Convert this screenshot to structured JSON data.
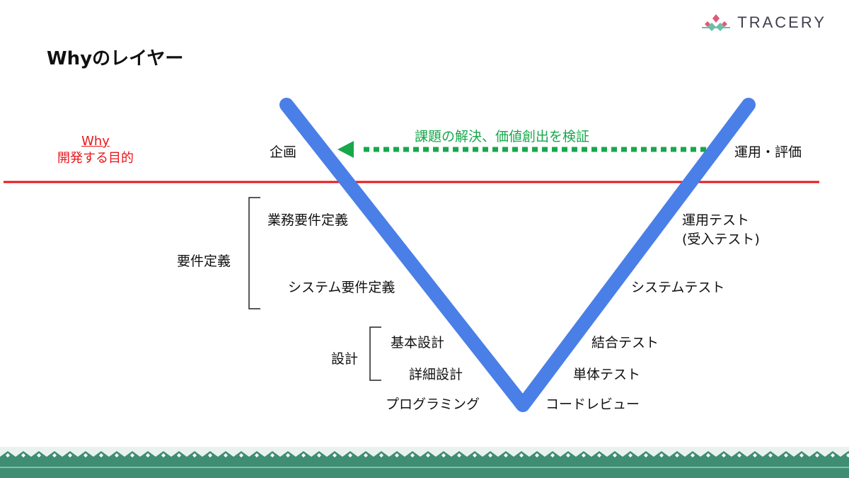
{
  "slide": {
    "title": "Whyのレイヤー",
    "logo_text": "TRACERY"
  },
  "layer": {
    "why_word": "Why",
    "why_caption": "開発する目的",
    "colors": {
      "layer_line": "#e8161b",
      "v_shape": "#4a7fe8",
      "arrow": "#17a84b"
    }
  },
  "v_model": {
    "left": {
      "planning": "企画",
      "business_requirements": "業務要件定義",
      "system_requirements": "システム要件定義",
      "basic_design": "基本設計",
      "detailed_design": "詳細設計",
      "programming": "プログラミング"
    },
    "right": {
      "operation_evaluation": "運用・評価",
      "operation_test_line1": "運用テスト",
      "operation_test_line2": "(受入テスト)",
      "system_test": "システムテスト",
      "integration_test": "結合テスト",
      "unit_test": "単体テスト",
      "code_review": "コードレビュー"
    },
    "groups": {
      "requirements": "要件定義",
      "design": "設計"
    },
    "arrow_caption": "課題の解決、価値創出を検証"
  }
}
